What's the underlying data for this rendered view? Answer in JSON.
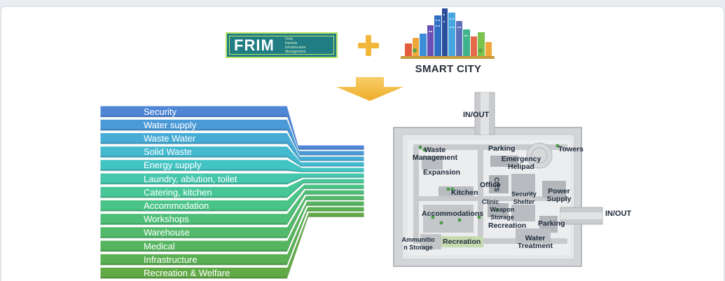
{
  "logo": {
    "frim_word": "FRIM",
    "frim_sub": [
      "Field",
      "Remote",
      "Infrastructure",
      "Management"
    ],
    "plus_icon": "plus-icon",
    "city_icon": "city-skyline-icon",
    "smart_city": "SMART CITY",
    "arrow_icon": "arrow-down-icon"
  },
  "categories": [
    "Security",
    "Water supply",
    "Waste Water",
    "Solid Waste",
    "Energy supply",
    "Laundry, ablution, toilet",
    "Catering, kitchen",
    "Accommodation",
    "Workshops",
    "Warehouse",
    "Medical",
    "Infrastructure",
    "Recreation & Welfare"
  ],
  "category_colors": [
    "#4f86d6",
    "#4b9ad8",
    "#46acd6",
    "#43bad0",
    "#42c4c2",
    "#44c7ad",
    "#47c798",
    "#4bc488",
    "#4fbf78",
    "#52ba6a",
    "#55b45e",
    "#5aaf52",
    "#62aa48"
  ],
  "map": {
    "in_out_top": "IN/OUT",
    "in_out_right": "IN/OUT",
    "labels": {
      "waste_management": "Waste Management",
      "parking_top": "Parking",
      "towers": "Towers",
      "emergency_helipad": "Emergency Helipad",
      "expansion": "Expansion",
      "office": "Office",
      "cits": "CITS",
      "kitchen": "Kitchen",
      "security_shelter": "Security Shelter",
      "power_supply": "Power Supply",
      "clinic": "Clinic",
      "accommodations": "Accommodations",
      "weapon_storage": "Weapon Storage",
      "recreation_center": "Recreation",
      "parking_right": "Parking",
      "ammunition_storage": "Ammunitio n Storage",
      "recreation_bottom": "Recreation",
      "water_treatment": "Water Treatment"
    }
  }
}
